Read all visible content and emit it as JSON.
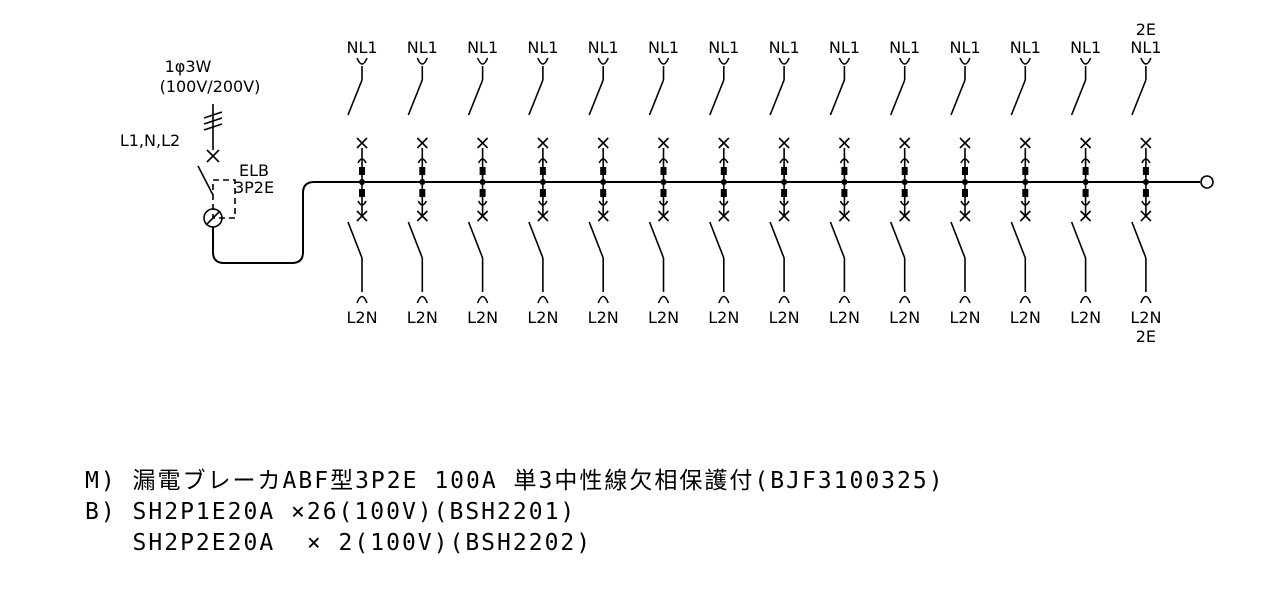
{
  "supply": {
    "phase": "1φ3W",
    "voltage": "(100V/200V)",
    "lines": "L1,N,L2"
  },
  "main_breaker": {
    "name": "ELB",
    "poles": "3P2E"
  },
  "branch_top_label": "NL1",
  "branch_bottom_label": "L2N",
  "branch_count": 14,
  "last_branch_extra_top": "2E",
  "last_branch_extra_bottom": "2E",
  "notes": [
    "M) 漏電ブレーカABF型3P2E  100A  単3中性線欠相保護付(BJF3100325)",
    "B) SH2P1E20A  ×26(100V)(BSH2201)",
    "   SH2P2E20A  × 2(100V)(BSH2202)"
  ]
}
